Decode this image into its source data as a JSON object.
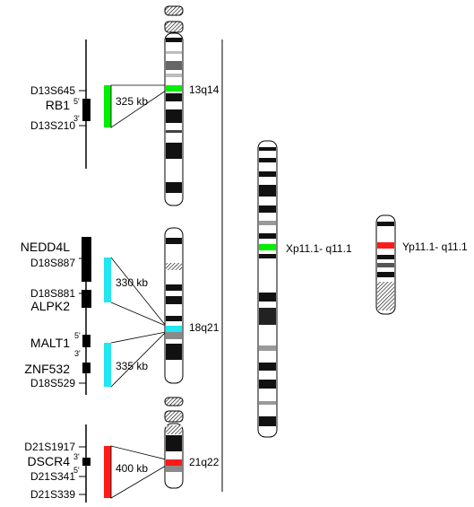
{
  "colors": {
    "green": "#00ee00",
    "cyan": "#22e6f0",
    "red": "#ff1a1a",
    "black": "#000000",
    "dark_grey": "#555555",
    "mid_grey": "#8a8a8a",
    "light_grey": "#bdbdbd"
  },
  "panels": {
    "chr13": {
      "band_label": "13q14",
      "size_label": "325 kb",
      "markers": [
        "D13S645",
        "D13S210"
      ],
      "gene": "RB1",
      "gene_end_top": "5'",
      "gene_end_bottom": "3'"
    },
    "chr18": {
      "band_label": "18q21",
      "size_label_upper": "330 kb",
      "size_label_lower": "335 kb",
      "gene_nedd4l": "NEDD4L",
      "marker_887": "D18S887",
      "marker_881": "D18S881",
      "gene_alpk2": "ALPK2",
      "gene_malt1": "MALT1",
      "malt1_end_top": "5'",
      "malt1_end_bottom": "3'",
      "gene_znf532": "ZNF532",
      "marker_529": "D18S529"
    },
    "chr21": {
      "band_label": "21q22",
      "size_label": "400 kb",
      "marker_1917": "D21S1917",
      "gene": "DSCR4",
      "gene_end_top": "3'",
      "gene_end_bottom": "5'",
      "marker_341": "D21S341",
      "marker_339": "D21S339"
    },
    "chrX": {
      "band_label": "Xp11.1- q11.1"
    },
    "chrY": {
      "band_label": "Yp11.1- q11.1"
    }
  }
}
